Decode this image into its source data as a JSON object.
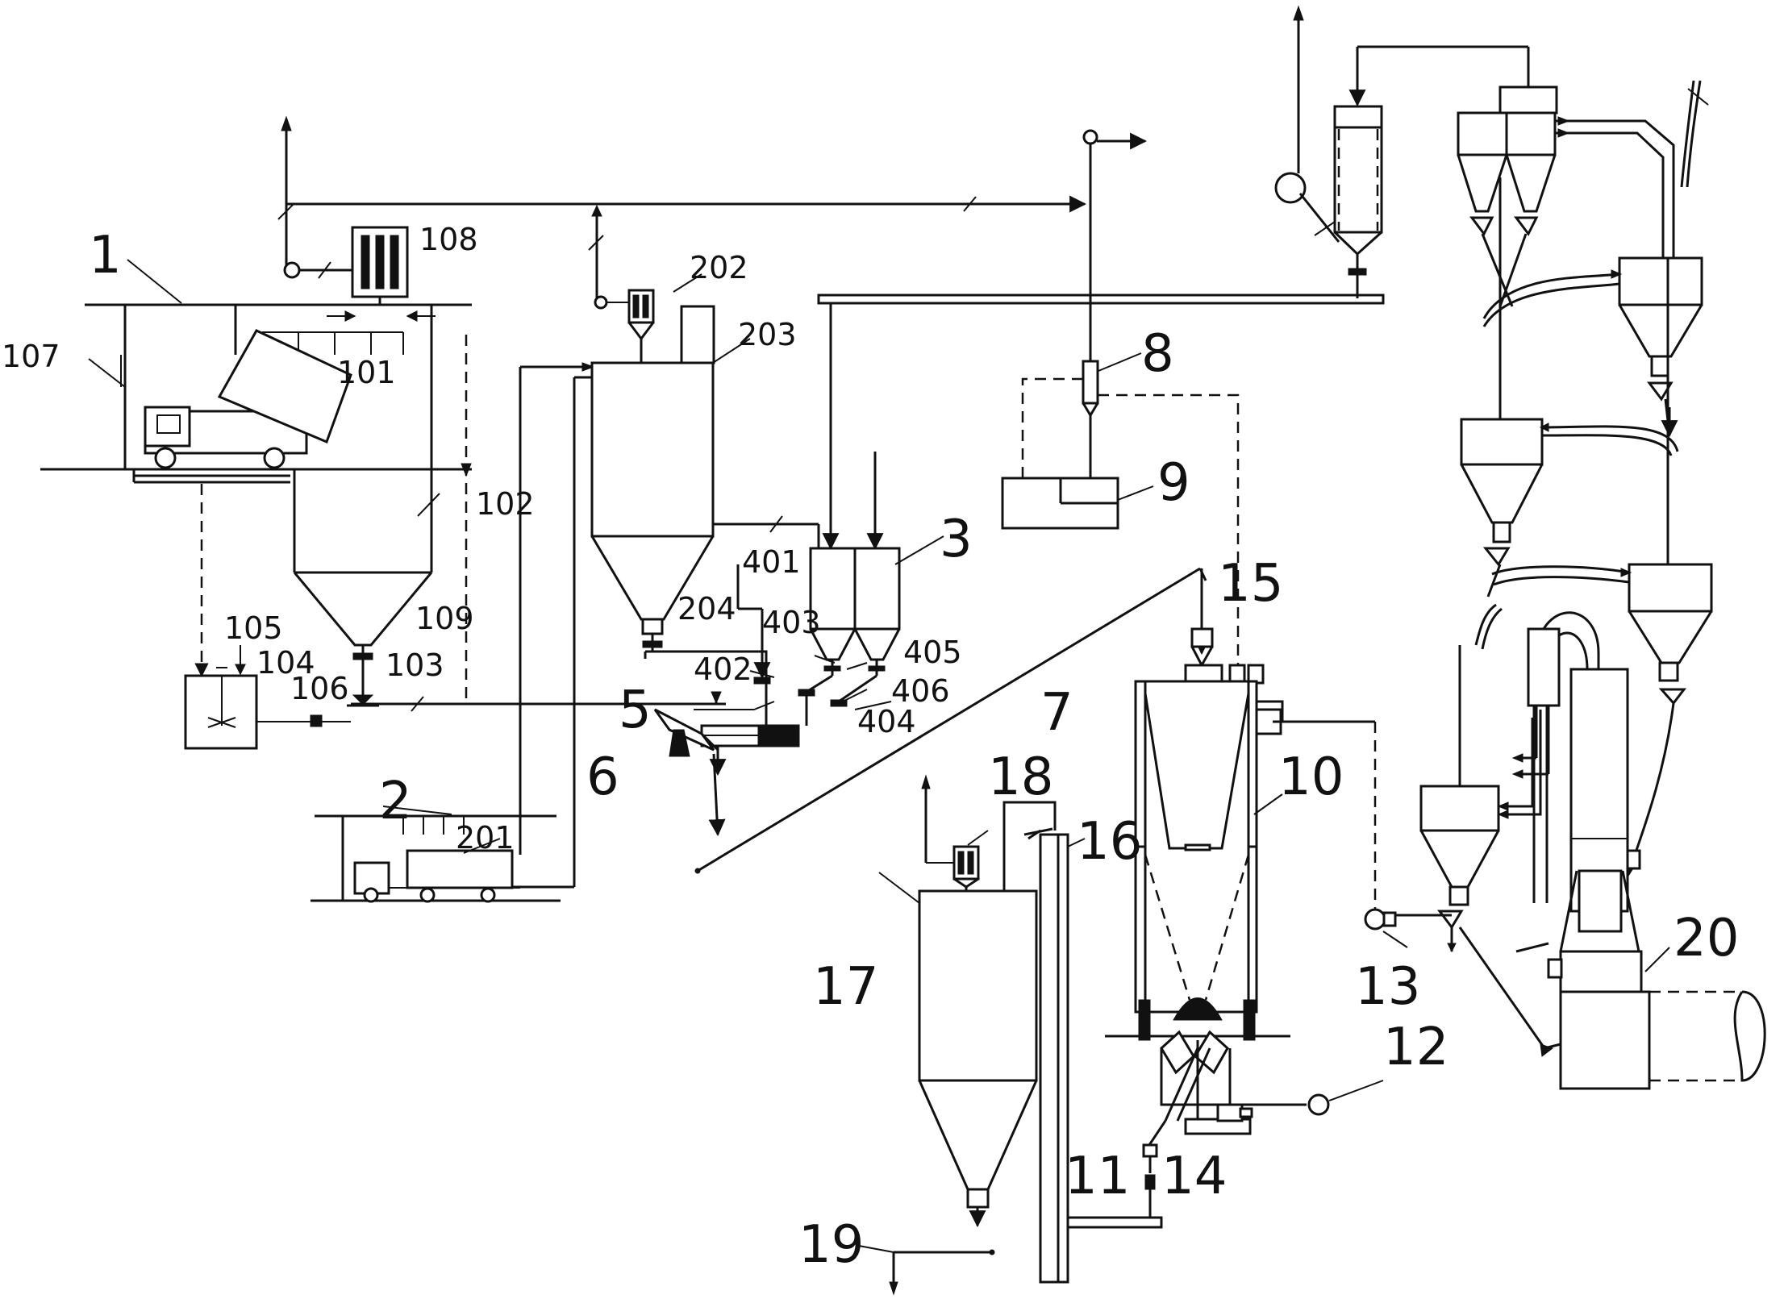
{
  "labels": {
    "l1": "1",
    "l2": "2",
    "l3": "3",
    "l5": "5",
    "l6": "6",
    "l7": "7",
    "l8": "8",
    "l9": "9",
    "l10": "10",
    "l11": "11",
    "l12": "12",
    "l13": "13",
    "l14": "14",
    "l15": "15",
    "l16": "16",
    "l17": "17",
    "l18": "18",
    "l19": "19",
    "l20": "20",
    "l101": "101",
    "l102": "102",
    "l103": "103",
    "l104": "104",
    "l105": "105",
    "l106": "106",
    "l107": "107",
    "l108": "108",
    "l109": "109",
    "l201": "201",
    "l202": "202",
    "l203": "203",
    "l204": "204",
    "l401": "401",
    "l402": "402",
    "l403": "403",
    "l404": "404",
    "l405": "405",
    "l406": "406"
  }
}
